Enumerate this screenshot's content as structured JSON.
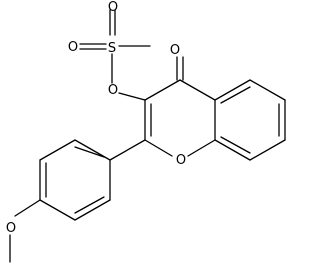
{
  "molecule": {
    "atoms": {
      "o_carbonyl": "O",
      "o_ester": "O",
      "o_ring": "O",
      "o_methoxy": "O",
      "s_sulfonyl": "S",
      "o_sulfonyl_left": "O",
      "o_sulfonyl_top": "O"
    },
    "colors": {
      "bond": "#000000",
      "label": "#000000",
      "background": "#ffffff"
    }
  }
}
